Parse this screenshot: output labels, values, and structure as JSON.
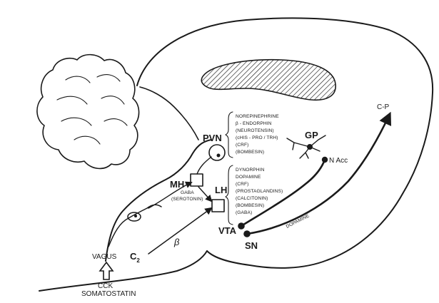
{
  "colors": {
    "ink": "#1a1a1a",
    "paper": "#ffffff"
  },
  "labels": {
    "pvn": "PVN",
    "mh": "MH",
    "lh": "LH",
    "gp": "GP",
    "n_acc": "N Acc",
    "vta": "VTA",
    "sn": "SN",
    "c_p": "C-P",
    "c2": "C",
    "c2_sub": "2",
    "vagus": "VAGUS",
    "cck": "CCK",
    "somatostatin": "SOMATOSTATIN",
    "beta": "β",
    "dopamine": "DOPAMINE"
  },
  "mh_list": [
    "GABA",
    "(SEROTONIN)"
  ],
  "pvn_list": [
    "NOREPINEPHRINE",
    "β - ENDORPHIN",
    "(NEUROTENSIN)",
    "(cHIS - PRO / TRH)",
    "(CRF)",
    "(BOMBESIN)"
  ],
  "lh_list": [
    "DYNORPHIN",
    "DOPAMINE",
    "(CRF)",
    "(PROSTAGLANDINS)",
    "(CALCITONIN)",
    "(BOMBESIN)",
    "(GABA)"
  ]
}
